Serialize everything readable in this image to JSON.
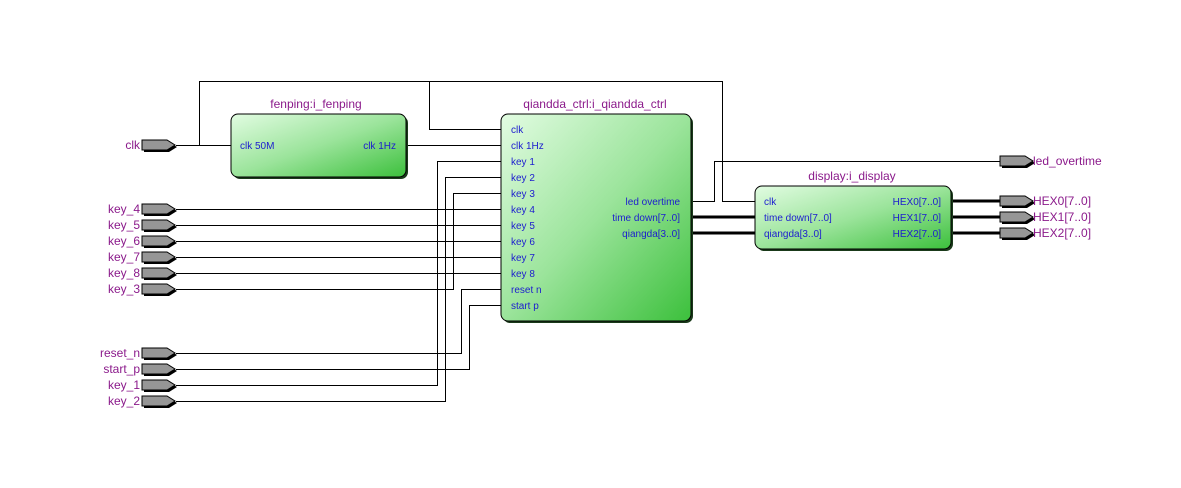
{
  "colors": {
    "pin_label": "#8b1a8b",
    "port_label": "#1c1ccf",
    "block_light": "#d8fad8",
    "block_dark": "#3fc23f",
    "pin_fill": "#969696"
  },
  "input_pins": [
    {
      "id": "clk",
      "label": "clk"
    },
    {
      "id": "key_4",
      "label": "key_4"
    },
    {
      "id": "key_5",
      "label": "key_5"
    },
    {
      "id": "key_6",
      "label": "key_6"
    },
    {
      "id": "key_7",
      "label": "key_7"
    },
    {
      "id": "key_8",
      "label": "key_8"
    },
    {
      "id": "key_3",
      "label": "key_3"
    },
    {
      "id": "reset_n",
      "label": "reset_n"
    },
    {
      "id": "start_p",
      "label": "start_p"
    },
    {
      "id": "key_1",
      "label": "key_1"
    },
    {
      "id": "key_2",
      "label": "key_2"
    }
  ],
  "output_pins": [
    {
      "id": "led_overtime",
      "label": "led_overtime"
    },
    {
      "id": "hex0",
      "label": "HEX0[7..0]"
    },
    {
      "id": "hex1",
      "label": "HEX1[7..0]"
    },
    {
      "id": "hex2",
      "label": "HEX2[7..0]"
    }
  ],
  "instances": {
    "fenping": {
      "title": "fenping:i_fenping",
      "inputs": [
        "clk_50M"
      ],
      "outputs": [
        "clk_1Hz"
      ]
    },
    "qiandda": {
      "title": "qiandda_ctrl:i_qiandda_ctrl",
      "inputs": [
        "clk",
        "clk_1Hz",
        "key_1",
        "key_2",
        "key_3",
        "key_4",
        "key_5",
        "key_6",
        "key_7",
        "key_8",
        "reset_n",
        "start_p"
      ],
      "outputs": [
        "led_overtime",
        "time_down[7..0]",
        "qiangda[3..0]"
      ]
    },
    "display": {
      "title": "display:i_display",
      "inputs": [
        "clk",
        "time_down[7..0]",
        "qiangda[3..0]"
      ],
      "outputs": [
        "HEX0[7..0]",
        "HEX1[7..0]",
        "HEX2[7..0]"
      ]
    }
  }
}
